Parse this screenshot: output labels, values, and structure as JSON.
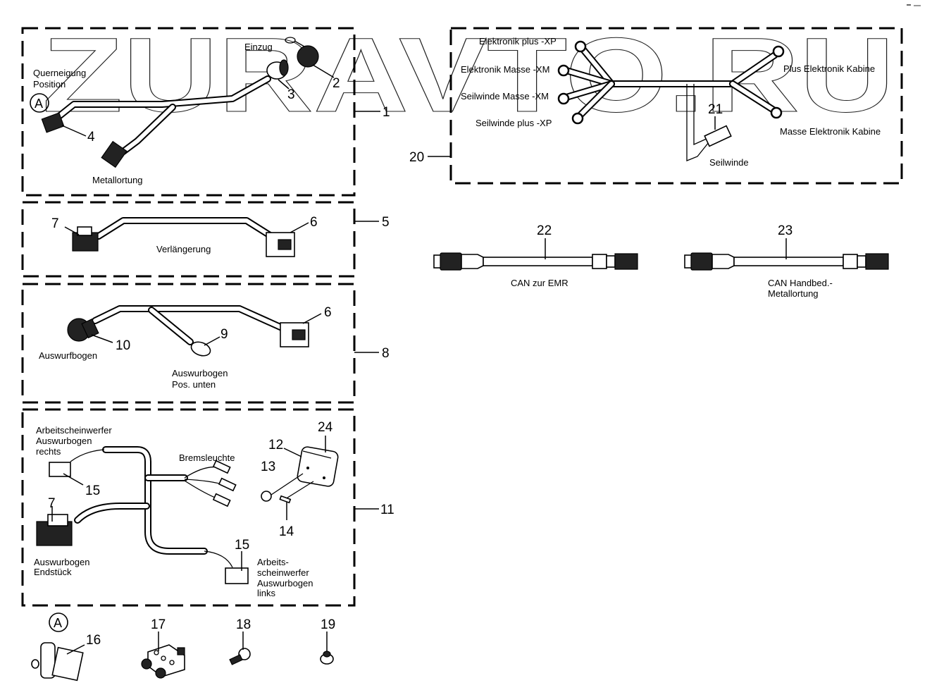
{
  "diagram": {
    "title": "Wiring harness parts diagram",
    "watermark": "ZURAVTO.RU",
    "groups": [
      {
        "id": "1",
        "labels": [
          "Querneigung",
          "Position",
          "Einzug",
          "Metallortung"
        ],
        "callouts": [
          "2",
          "3",
          "4"
        ],
        "marker": "A"
      },
      {
        "id": "5",
        "labels": [
          "Verlängerung"
        ],
        "callouts": [
          "6",
          "7"
        ]
      },
      {
        "id": "8",
        "labels": [
          "Auswurfbogen",
          "Auswurbogen",
          "Pos. unten"
        ],
        "callouts": [
          "6",
          "9",
          "10"
        ]
      },
      {
        "id": "11",
        "labels": [
          "Arbeitscheinwerfer",
          "Auswurbogen",
          "rechts",
          "Bremsleuchte",
          "Auswurbogen",
          "Endstück",
          "Arbeits-",
          "scheinwerfer",
          "Auswurbogen",
          "links"
        ],
        "callouts": [
          "7",
          "12",
          "13",
          "14",
          "15",
          "15",
          "24"
        ]
      },
      {
        "id": "20",
        "labels": [
          "Elektronik plus -XP",
          "Elektronik Masse -XM",
          "Seilwinde Masse -XM",
          "Seilwinde plus -XP",
          "Plus Elektronik Kabine",
          "Masse Elektronik Kabine",
          "Seilwinde"
        ],
        "callouts": [
          "21"
        ]
      }
    ],
    "cables": [
      {
        "id": "22",
        "label": "CAN zur EMR"
      },
      {
        "id": "23",
        "label": "CAN Handbed.-",
        "label2": "Metallortung"
      }
    ],
    "loose_parts": [
      {
        "id": "16",
        "marker": "A"
      },
      {
        "id": "17"
      },
      {
        "id": "18"
      },
      {
        "id": "19"
      }
    ]
  }
}
